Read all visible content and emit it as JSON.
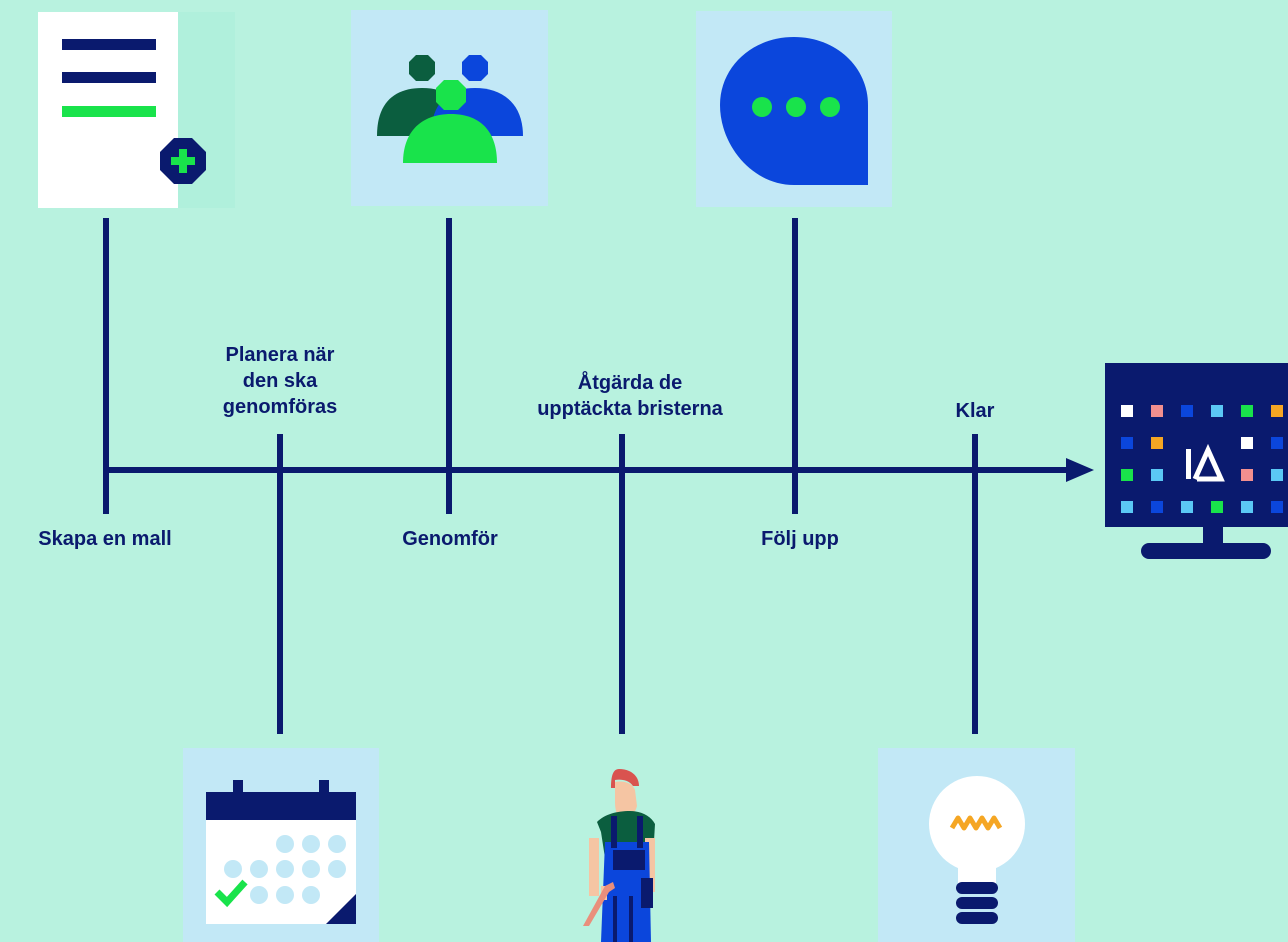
{
  "steps": [
    {
      "label": "Skapa en mall",
      "icon": "document-plus-icon"
    },
    {
      "label": "Planera när\nden ska\ngenomföras",
      "icon": "calendar-check-icon"
    },
    {
      "label": "Genomför",
      "icon": "group-people-icon"
    },
    {
      "label": "Åtgärda de\nupptäckta bristerna",
      "icon": "worker-icon"
    },
    {
      "label": "Följ upp",
      "icon": "chat-bubble-icon"
    },
    {
      "label": "Klar",
      "icon": "lightbulb-icon"
    }
  ],
  "end_logo_text": "IA",
  "colors": {
    "background": "#b8f2df",
    "navy": "#0a1a6e",
    "tile": "#c2e8f6",
    "green": "#19e34b",
    "dark_green": "#0b5e3f",
    "blue": "#0b46dc",
    "orange": "#f5a623"
  }
}
